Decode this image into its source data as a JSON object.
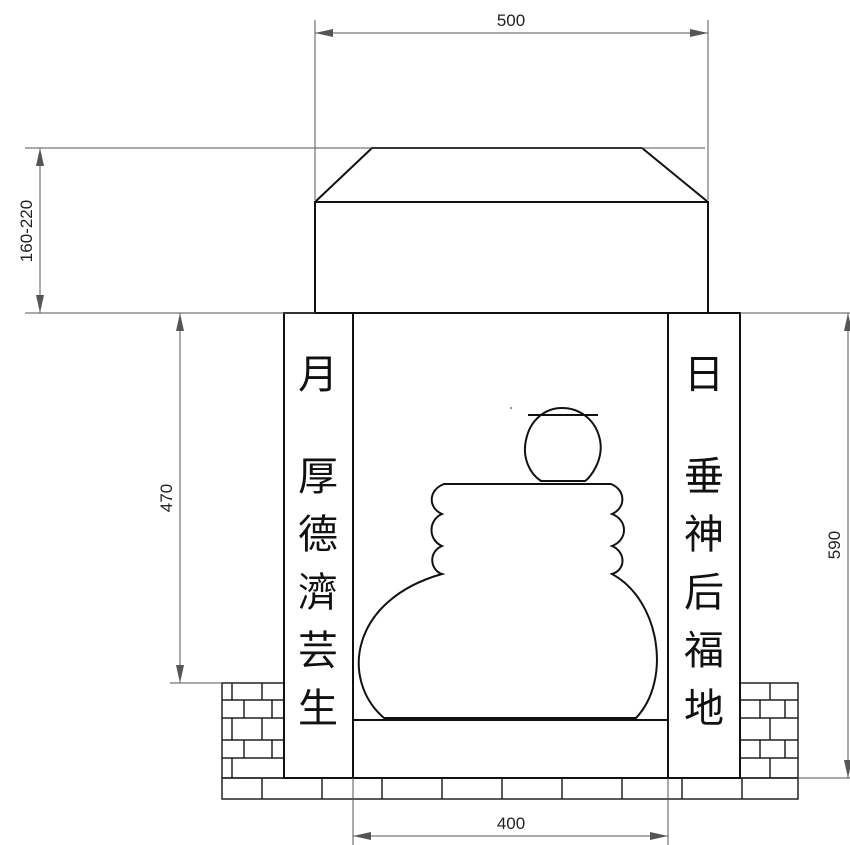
{
  "dimensions": {
    "top_width": "500",
    "cap_height": "160-220",
    "inner_height": "470",
    "total_height": "590",
    "bottom_width": "400"
  },
  "couplets": {
    "left": [
      "月",
      "厚",
      "德",
      "濟",
      "芸",
      "生"
    ],
    "right": [
      "日",
      "垂",
      "神",
      "后",
      "福",
      "地"
    ]
  },
  "icons": {
    "urn": "urn-shape-icon",
    "brick_base": "brick-base-icon"
  }
}
